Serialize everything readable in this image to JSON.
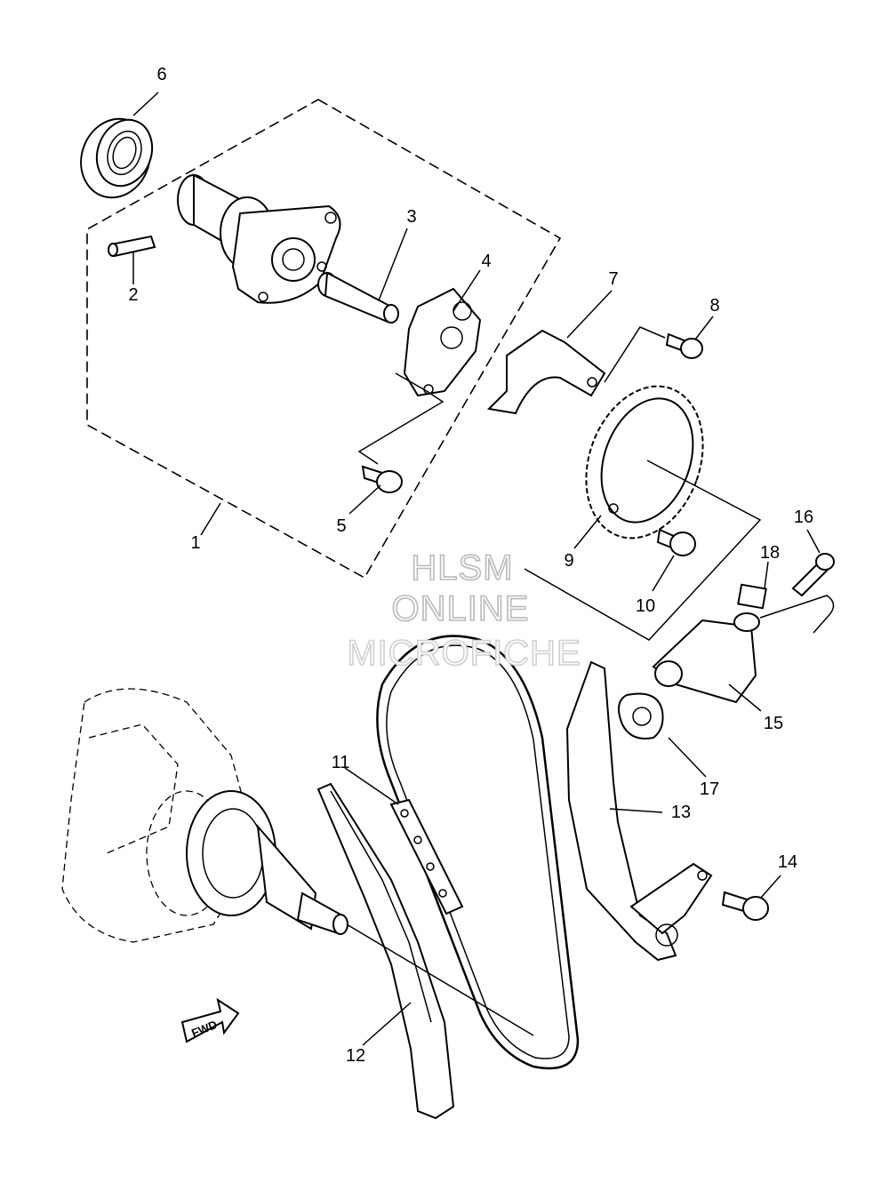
{
  "watermark": {
    "line1": "HLSM",
    "line2": "ONLINE",
    "line3": "MICROFICHE"
  },
  "fwd_label": "FWD",
  "callouts": [
    {
      "id": "1",
      "label": "1"
    },
    {
      "id": "2",
      "label": "2"
    },
    {
      "id": "3",
      "label": "3"
    },
    {
      "id": "4",
      "label": "4"
    },
    {
      "id": "5",
      "label": "5"
    },
    {
      "id": "6",
      "label": "6"
    },
    {
      "id": "7",
      "label": "7"
    },
    {
      "id": "8",
      "label": "8"
    },
    {
      "id": "9",
      "label": "9"
    },
    {
      "id": "10",
      "label": "10"
    },
    {
      "id": "11",
      "label": "11"
    },
    {
      "id": "12",
      "label": "12"
    },
    {
      "id": "13",
      "label": "13"
    },
    {
      "id": "14",
      "label": "14"
    },
    {
      "id": "15",
      "label": "15"
    },
    {
      "id": "16",
      "label": "16"
    },
    {
      "id": "17",
      "label": "17"
    },
    {
      "id": "18",
      "label": "18"
    }
  ]
}
